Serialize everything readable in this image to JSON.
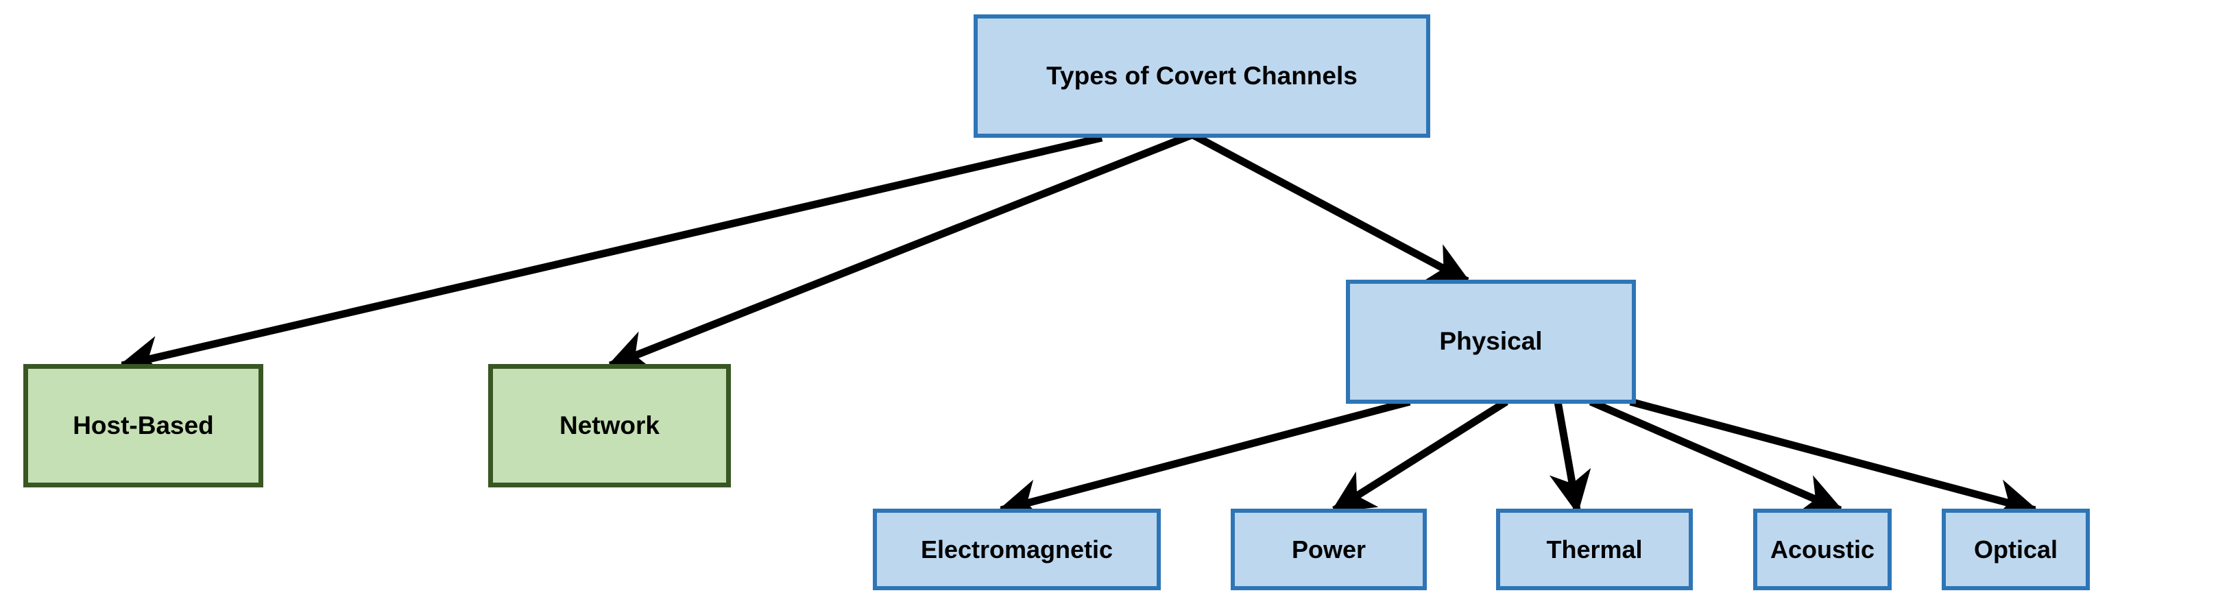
{
  "diagram": {
    "title": "Types of Covert Channels",
    "type": "tree-hierarchy",
    "background_color": "#ffffff",
    "styles": {
      "blue_fill": "#bdd7ee",
      "blue_border": "#2e75b6",
      "green_fill": "#c5e0b4",
      "green_border": "#385723",
      "edge_color": "#000000",
      "text_color": "#000000"
    },
    "nodes": [
      {
        "id": "root",
        "label": "Types of Covert Channels",
        "style": "blue",
        "level": 0
      },
      {
        "id": "host-based",
        "label": "Host-Based",
        "style": "green",
        "level": 1
      },
      {
        "id": "network",
        "label": "Network",
        "style": "green",
        "level": 1
      },
      {
        "id": "physical",
        "label": "Physical",
        "style": "blue",
        "level": 1
      },
      {
        "id": "electromagnetic",
        "label": "Electromagnetic",
        "style": "blue",
        "level": 2
      },
      {
        "id": "power",
        "label": "Power",
        "style": "blue",
        "level": 2
      },
      {
        "id": "thermal",
        "label": "Thermal",
        "style": "blue",
        "level": 2
      },
      {
        "id": "acoustic",
        "label": "Acoustic",
        "style": "blue",
        "level": 2
      },
      {
        "id": "optical",
        "label": "Optical",
        "style": "blue",
        "level": 2
      }
    ],
    "edges": [
      {
        "from": "root",
        "to": "host-based",
        "arrow": true
      },
      {
        "from": "root",
        "to": "network",
        "arrow": true
      },
      {
        "from": "root",
        "to": "physical",
        "arrow": true
      },
      {
        "from": "physical",
        "to": "electromagnetic",
        "arrow": true
      },
      {
        "from": "physical",
        "to": "power",
        "arrow": true
      },
      {
        "from": "physical",
        "to": "thermal",
        "arrow": true
      },
      {
        "from": "physical",
        "to": "acoustic",
        "arrow": true
      },
      {
        "from": "physical",
        "to": "optical",
        "arrow": true
      }
    ]
  }
}
